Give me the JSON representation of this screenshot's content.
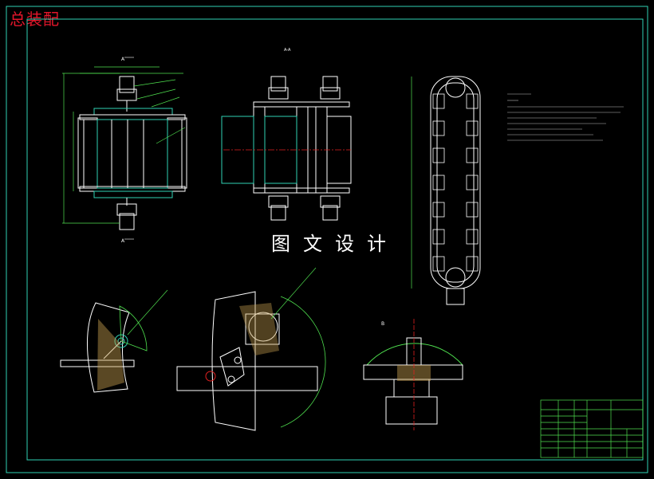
{
  "header": {
    "title": "总装配"
  },
  "watermark": {
    "text": "图文设计"
  },
  "view_labels": {
    "a_left_top": "A",
    "a_left_bottom": "A",
    "view_aa": "A-A",
    "view_b": "B"
  },
  "colors": {
    "background": "#000000",
    "frame": "#2fd2b4",
    "part_lines": "#ffffff",
    "dim_lines": "#4fe04f",
    "section_fill": "#c8a050",
    "center_line": "#e02020",
    "title_red": "#e5162b"
  }
}
